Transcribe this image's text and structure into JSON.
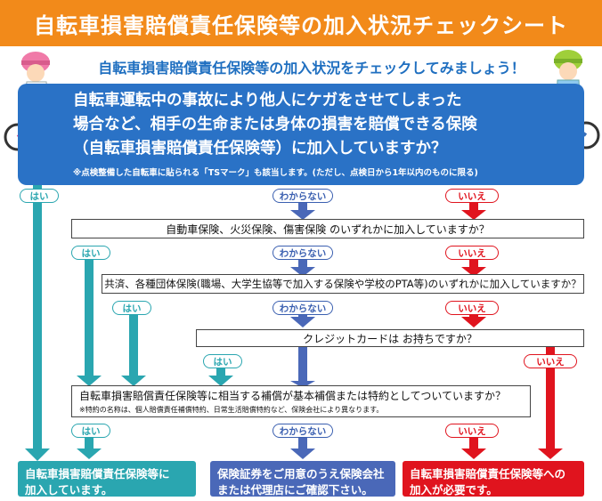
{
  "header": {
    "title": "自転車損害賠償責任保険等の加入状況チェックシート",
    "subtitle": "自転車損害賠償責任保険等の加入状況をチェックしてみましょう！"
  },
  "main_question": {
    "lines": [
      "自転車運転中の事故により他人にケガをさせてしまった",
      "場合など、相手の生命または身体の損害を賠償できる保険",
      "（自転車損害賠償責任保険等）に加入していますか？"
    ],
    "note": "※点検整備した自転車に貼られる「TSマーク」も該当します。(ただし、点検日から1年以内のものに限る)"
  },
  "answers": {
    "yes": "はい",
    "dont_know": "わからない",
    "no": "いいえ"
  },
  "questions": {
    "q2": "自動車保険、火災保険、傷害保険 のいずれかに加入していますか？",
    "q3": "共済、各種団体保険(職場、大学生協等で加入する保険や学校のPTA等)のいずれかに加入していますか？",
    "q4": "クレジットカードは お持ちですか？",
    "q5": "自転車損害賠償責任保険等に相当する補償が基本補償または特約としてついていますか？",
    "q5_note": "※特約の名称は、個人賠償責任補償特約、日常生活賠償特約など、保険会社により異なります。"
  },
  "outcomes": {
    "enrolled": [
      "自転車損害賠償責任保険等に",
      "加入しています。"
    ],
    "confirm": [
      "保険証券をご用意のうえ保険会社",
      "または代理店にご確認下さい。"
    ],
    "required": [
      "自転車損害賠償責任保険等への",
      "加入が必要です。"
    ]
  },
  "colors": {
    "title_bg": "#f28a1a",
    "blue": "#2a72c6",
    "yes": "#2aa6b0",
    "dont_know": "#4a68b8",
    "no": "#e0141e"
  }
}
